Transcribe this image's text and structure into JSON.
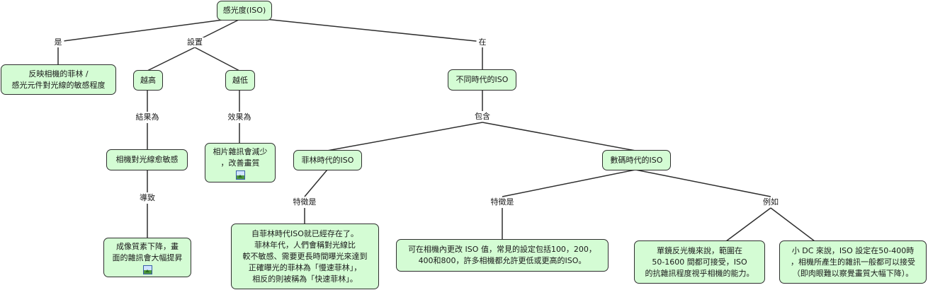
{
  "nodes": {
    "root": "感光度(ISO)",
    "reflects": [
      "反映相機的菲林 /",
      "感光元件對光線的敏感程度"
    ],
    "higher": "越高",
    "lower": "越低",
    "more_sensitive": "相機對光線愈敏感",
    "quality_drop": [
      "成像質素下降，畫",
      "面的雜訊會大幅提昇"
    ],
    "less_noise": [
      "相片雜訊會減少",
      "，改善畫質"
    ],
    "eras": "不同時代的ISO",
    "film_iso": "菲林時代的ISO",
    "digital_iso": "數碼時代的ISO",
    "film_desc": [
      "自菲林時代ISO就已經存在了。",
      "菲林年代，人們會稱對光線比",
      "較不敏感、需要更長時間曝光來達到",
      "正確曝光的菲林為「慢速菲林」，",
      "相反的則被稱為「快速菲林」。"
    ],
    "digital_desc": [
      "可在相機內更改 ISO 值，常見的設定包括100，200，",
      "400和800，許多相機都允許更低或更高的ISO。"
    ],
    "dslr_example": [
      "單鏡反光機來說，範圍在",
      "50-1600 間都可接受，ISO",
      "的抗雜訊程度視乎相機的能力。"
    ],
    "dc_example": [
      "小 DC 來說，ISO 設定在50-400時",
      "，相機所產生的雜訊一般都可以接受",
      "（即肉眼難以察覺畫質大幅下降）。"
    ]
  },
  "links": {
    "is": "是",
    "setting": "設置",
    "in": "在",
    "result": "結果為",
    "effect": "效果為",
    "lead_to": "導致",
    "include": "包含",
    "feature_film": "特徵是",
    "feature_digital": "特徵是",
    "example": "例如"
  },
  "colors": {
    "node_fill": "#d4fcd4",
    "node_border": "#2f2f2f",
    "line": "#2f2f2f"
  }
}
